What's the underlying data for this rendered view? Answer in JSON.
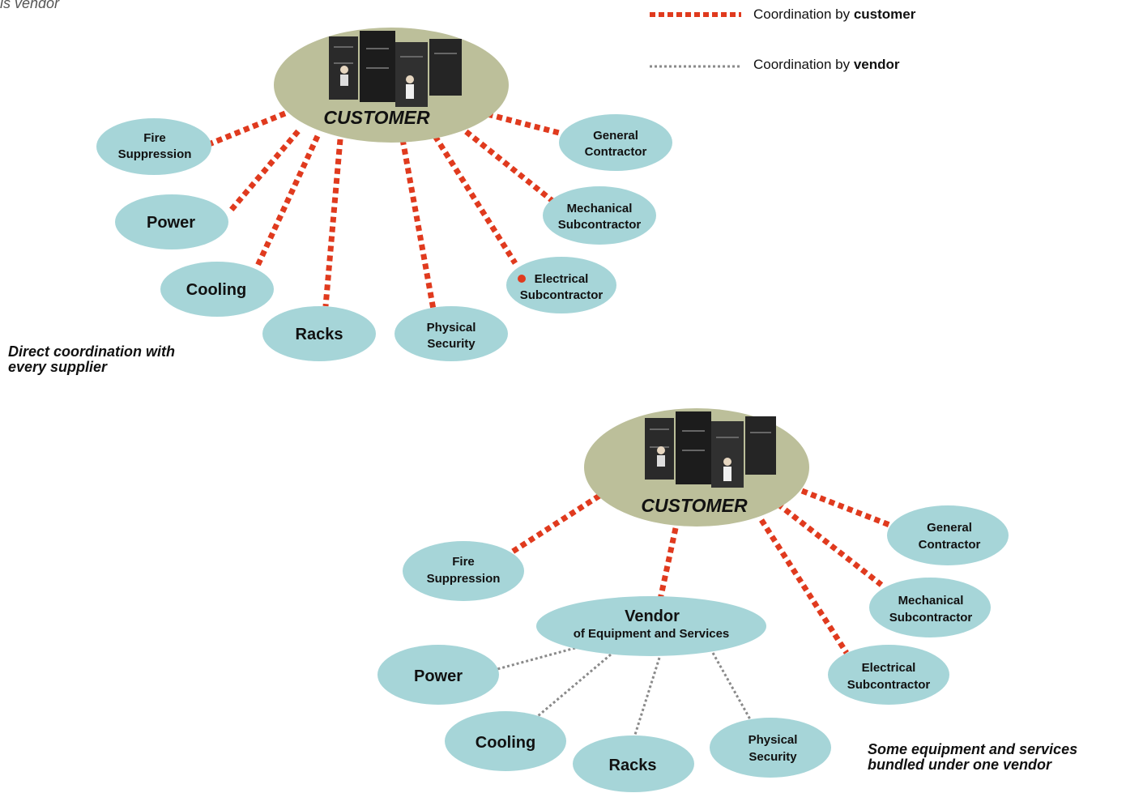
{
  "top_fragment": "is vendor",
  "legend": {
    "customer": {
      "prefix": "Coordination by ",
      "bold": "customer"
    },
    "vendor": {
      "prefix": "Coordination by ",
      "bold": "vendor"
    }
  },
  "colors": {
    "customer_line": "#e03a1e",
    "vendor_line": "#8a8a8a",
    "supplier_node": "#a6d5d8",
    "customer_node": "#bcbf9a"
  },
  "diagram_top": {
    "customer": "CUSTOMER",
    "suppliers": {
      "fire": [
        "Fire",
        "Suppression"
      ],
      "power": [
        "Power"
      ],
      "cooling": [
        "Cooling"
      ],
      "racks": [
        "Racks"
      ],
      "physical": [
        "Physical",
        "Security"
      ],
      "electrical": [
        "Electrical",
        "Subcontractor"
      ],
      "mechanical": [
        "Mechanical",
        "Subcontractor"
      ],
      "general": [
        "General",
        "Contractor"
      ]
    },
    "caption": [
      "Direct coordination with",
      "every supplier"
    ]
  },
  "diagram_bottom": {
    "customer": "CUSTOMER",
    "vendor": {
      "title": "Vendor",
      "subtitle": "of Equipment and Services"
    },
    "suppliers": {
      "fire": [
        "Fire",
        "Suppression"
      ],
      "power": [
        "Power"
      ],
      "cooling": [
        "Cooling"
      ],
      "racks": [
        "Racks"
      ],
      "physical": [
        "Physical",
        "Security"
      ],
      "electrical": [
        "Electrical",
        "Subcontractor"
      ],
      "mechanical": [
        "Mechanical",
        "Subcontractor"
      ],
      "general": [
        "General",
        "Contractor"
      ]
    },
    "caption": [
      "Some equipment and services",
      "bundled under one vendor"
    ]
  }
}
